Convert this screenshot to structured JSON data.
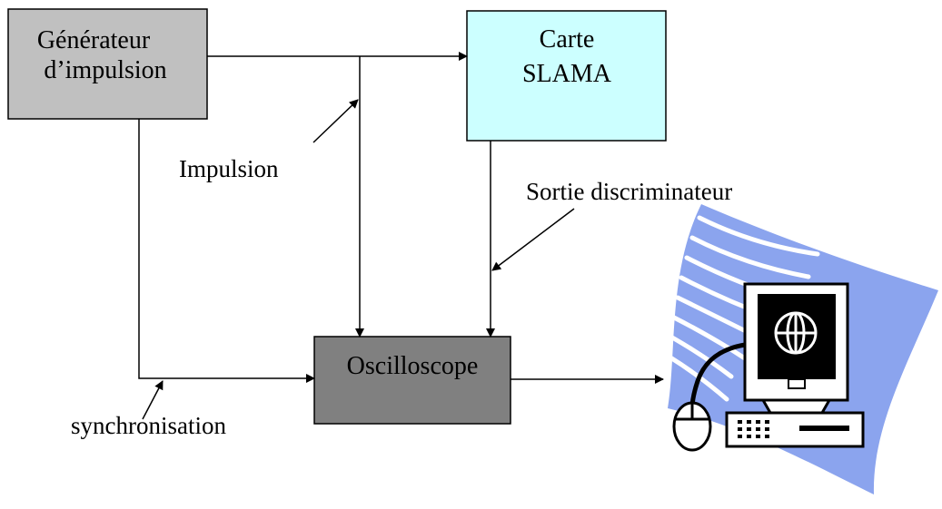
{
  "colors": {
    "generator_fill": "#c0c0c0",
    "card_fill": "#ccffff",
    "oscilloscope_fill": "#808080",
    "swoosh_fill": "#8ba4ee",
    "stroke": "#000000"
  },
  "boxes": {
    "generator": {
      "line1": "Générateur",
      "line2": "d’impulsion"
    },
    "card": {
      "line1": "Carte",
      "line2": "SLAMA"
    },
    "oscilloscope": {
      "label": "Oscilloscope"
    }
  },
  "labels": {
    "impulsion": "Impulsion",
    "discriminator_output": "Sortie discriminateur",
    "synchronisation": "synchronisation"
  },
  "icons": {
    "computer": "computer-icon",
    "globe": "globe-icon",
    "mouse": "mouse-icon"
  }
}
